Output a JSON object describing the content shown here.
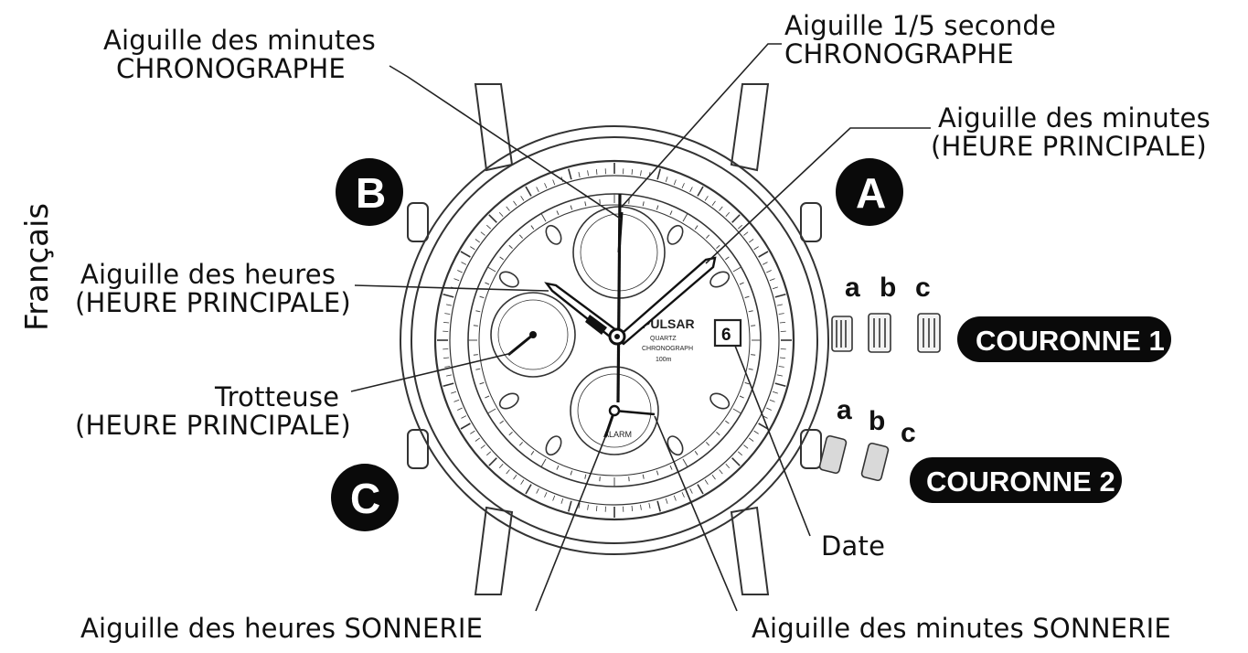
{
  "labels": {
    "chrono_minute": [
      "Aiguille des minutes",
      "CHRONOGRAPHE"
    ],
    "chrono_fifth_second": [
      "Aiguille 1/5 seconde",
      "CHRONOGRAPHE"
    ],
    "main_minute": [
      "Aiguille des minutes",
      "(HEURE PRINCIPALE)"
    ],
    "main_hour": [
      "Aiguille des heures",
      "(HEURE PRINCIPALE)"
    ],
    "main_second": [
      "Trotteuse",
      "(HEURE PRINCIPALE)"
    ],
    "alarm_hour": "Aiguille des heures SONNERIE",
    "alarm_minute": "Aiguille des minutes SONNERIE",
    "date": "Date"
  },
  "language_tab": "Français",
  "buttons": {
    "a": "A",
    "b": "B",
    "c": "C"
  },
  "crown1": {
    "positions": [
      "a",
      "b",
      "c"
    ],
    "label": "COURONNE 1"
  },
  "crown2": {
    "positions": [
      "a",
      "b",
      "c"
    ],
    "label": "COURONNE 2"
  },
  "dial": {
    "brand": "PULSAR",
    "line1": "QUARTZ",
    "line2": "CHRONOGRAPH",
    "line3": "100m",
    "date_value": "6",
    "subdial_alarm_mark": "ALARM"
  },
  "colors": {
    "ink": "#111111",
    "badge": "#0a0a0a",
    "paper": "#ffffff"
  }
}
